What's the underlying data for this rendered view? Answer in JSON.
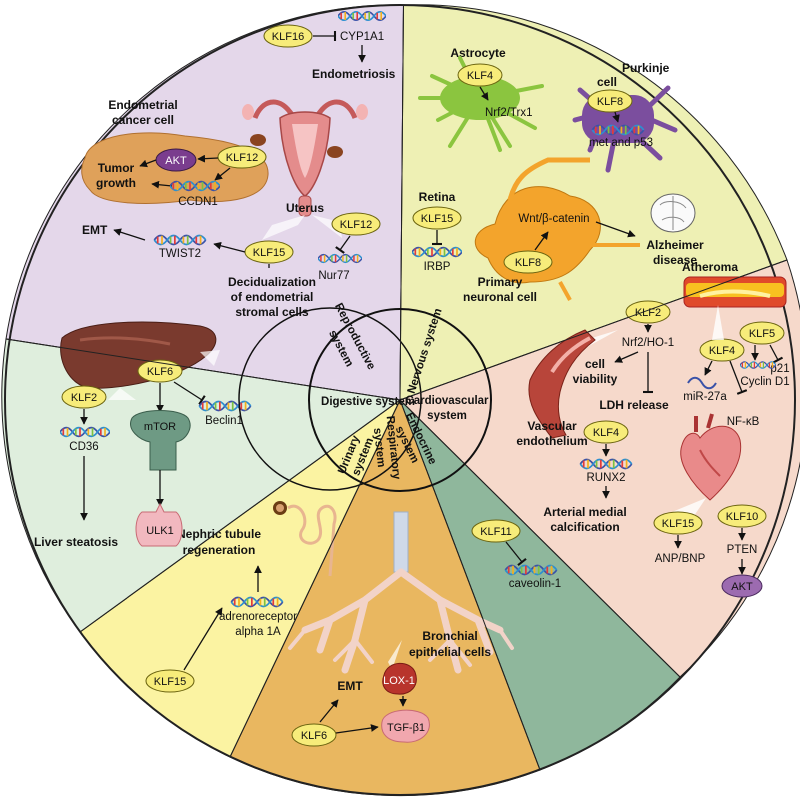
{
  "colors": {
    "reproductive": "#e4d7ea",
    "nervous": "#eef0b4",
    "cardiovascular": "#f6d9cb",
    "endocrine": "#8fb79c",
    "respiratory": "#e9b760",
    "urinary": "#fbf3a2",
    "digestive": "#dfeedd",
    "klf_fill": "#f7ec7a",
    "klf_stroke": "#6b6410"
  },
  "systems": {
    "reproductive": "Reproductive system",
    "nervous": "Nervous system",
    "cardiovascular": "Cardiovascular system",
    "endocrine": "Endocrine system",
    "respiratory": "Respiratory system",
    "urinary": "Urinary system",
    "digestive": "Digestive system"
  },
  "reproductive": {
    "klf16": "KLF16",
    "cyp1a1": "CYP1A1",
    "endometriosis": "Endometriosis",
    "cancer_cell": [
      "Endometrial",
      "cancer cell"
    ],
    "tumor_growth": [
      "Tumor",
      "growth"
    ],
    "akt": "AKT",
    "klf12a": "KLF12",
    "ccdn1": "CCDN1",
    "uterus": "Uterus",
    "klf12b": "KLF12",
    "nur77": "Nur77",
    "emt": "EMT",
    "twist2": "TWIST2",
    "klf15": "KLF15",
    "decidualization": [
      "Decidualization",
      "of endometrial",
      "stromal cells"
    ]
  },
  "nervous": {
    "astrocyte": "Astrocyte",
    "klf4": "KLF4",
    "nrf2": "Nrf2/Trx1",
    "purkinje": [
      "Purkinje",
      "cell"
    ],
    "klf8a": "KLF8",
    "met_p53": "met and p53",
    "retina": "Retina",
    "klf15": "KLF15",
    "irbp": "IRBP",
    "wnt": "Wnt/β-catenin",
    "alzheimer": [
      "Alzheimer",
      "disease"
    ],
    "klf8b": "KLF8",
    "neuronal": [
      "Primary",
      "neuronal cell"
    ]
  },
  "cardio": {
    "atheroma": "Atheroma",
    "klf2": "KLF2",
    "nrf2ho1": "Nrf2/HO-1",
    "viability": [
      "cell",
      "viability"
    ],
    "ldh": "LDH release",
    "klf5": "KLF5",
    "klf4a": "KLF4",
    "p21": "p21",
    "cyclind1": "Cyclin D1",
    "mir27a": "miR-27a",
    "nfkb": "NF-κB",
    "endothelium": [
      "Vascular",
      "endothelium"
    ],
    "klf4b": "KLF4",
    "runx2": "RUNX2",
    "calcification": [
      "Arterial medial",
      "calcification"
    ],
    "klf15": "KLF15",
    "klf10": "KLF10",
    "anp": "ANP/BNP",
    "pten": "PTEN",
    "akt": "AKT"
  },
  "endocrine": {
    "klf11": "KLF11",
    "caveolin": "caveolin-1"
  },
  "respiratory": {
    "bronchial": [
      "Bronchial",
      "epithelial cells"
    ],
    "emt": "EMT",
    "lox1": "LOX-1",
    "tgf": "TGF-β1",
    "klf6": "KLF6"
  },
  "urinary": {
    "nephric": [
      "Nephric tubule",
      "regeneration"
    ],
    "adreno": [
      "adrenoreceptor",
      "alpha 1A"
    ],
    "klf15": "KLF15"
  },
  "digestive": {
    "klf2": "KLF2",
    "cd36": "CD36",
    "steatosis": "Liver steatosis",
    "klf6": "KLF6",
    "mtor": "mTOR",
    "beclin": "Beclin1",
    "ulk1": "ULK1"
  }
}
